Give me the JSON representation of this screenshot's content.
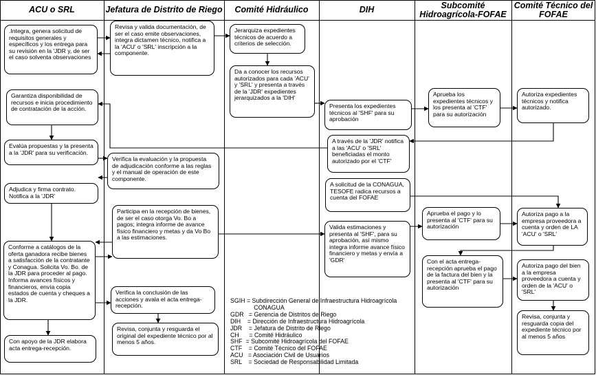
{
  "lanes": {
    "acu": "ACU o SRL",
    "jdr": "Jefatura de Distrito de Riego",
    "ch": "Comité Hidráulico",
    "dih": "DIH",
    "shf": "Subcomité Hidroagrícola-FOFAE",
    "ctf": "Comité Técnico del FOFAE"
  },
  "steps": {
    "acu_integra": ".Integra, genera solicitud de requisitos generales y específicos y los entrega para su revisión en la 'JDR y, de ser el caso solventa observaciones",
    "jdr_revisa": "Revisa y valida documentación, de ser el caso emite observaciones, integra dictamen técnico, notifica a la 'ACU' o 'SRL' inscripción a la componente.",
    "ch_jerarquiza": "Jerarquiza expedientes técnicos de acuerdo a criterios de selección.",
    "ch_conocer": "Da a conocer los recursos autorizados para cada 'ACU' y 'SRL' y presenta a través de la 'JDR' expedientes jerarquizados a la 'DIH'",
    "dih_presenta": "Presenta los expedientes técnicos al 'SHF' para su aprobación",
    "shf_aprueba": "Aprueba los expedientes técnicos y los presenta al 'CTF' para su autorización",
    "ctf_autoriza": "Autoriza expedientes técnicos y notifica autorizado.",
    "acu_garantiza": "Garantiza disponibilidad de recursos e inicia procedimiento de contratación de la acción.",
    "dih_traves": "A través de la 'JDR' notifica a las 'ACU' o 'SRL' beneficiadas el monto autorizado por el 'CTF'",
    "acu_evalua": "Evalúa propuestas y la presenta a la 'JDR' para su verificación.",
    "jdr_verifica": "Verifica la evaluación y la propuesta de adjudicación conforme a las reglas y el manual de operación de este componente.",
    "dih_solicitud": "A solicitud de la CONAGUA, TESOFE radica recursos a cuenta del FOFAE",
    "acu_adjudica": "Adjudica y firma contrato. Notifica a la 'JDR'",
    "jdr_participa": "Participa en la recepción de bienes, de ser el caso otorga Vo. Bo a pagos; integra informe de avance físico financiero y metas y da Vo Bo a las estimaciones.",
    "shf_pago": "Aprueba el pago y lo presenta al 'CTF' para su autorización",
    "ctf_pago": "Autoriza pago a la empresa proveedora a cuenta y orden de LA 'ACU' o 'SRL'",
    "dih_valida": "Valida estimaciones y presenta al 'SHF', para su aprobación, así mismo integra informe avance físico financiero y metas y envía a 'GDR'",
    "acu_conforme": "Conforme a catálogos de la oferta ganadora recibe bienes a satisfacción de la contratante y Conagua. Solicita Vo. Bo. de la JDR para proceder al pago. Informa avances físicos y financieros, envía copia estados de cuenta y cheques a la JDR.",
    "shf_acta": "Con el acta entrega-recepción aprueba el pago de la factura del bien y la presenta al 'CTF' para su autorización",
    "ctf_bien": "Autoriza pago del bien a la empresa proveedora a cuenta y orden de la 'ACU' o 'SRL'",
    "jdr_conclusion": "Verifica la conclusión de las acciones y avala el acta entrega-recepción.",
    "ctf_resguarda": "Revisa, conjunta y resguarda copia del expediente técnico por al menos 5 años",
    "jdr_resguarda": "Revisa, conjunta y resguarda el original del expediente técnico por al menos 5 años.",
    "acu_apoyo": "Con apoyo de la JDR elabora acta entrega-recepción."
  },
  "legend": [
    "SGIH = Subdirección General de Infraestructura Hidroagrícola",
    "              CONAGUA",
    "GDR   = Gerencia de Distritos de Riego",
    "DIH    = Dirección de Infraestructura Hidroagrícola",
    "JDR    = Jefatura de Distrito de Riego",
    "CH      = Comité Hidráulico",
    "SHF  = Subcomité Hidroagrícola del FOFAE",
    "CTF    = Comité Técnico del FOFAE",
    "ACU   = Asociación Civil de Usuarios",
    "SRL    = Sociedad de Responsabilidad Limitada"
  ]
}
